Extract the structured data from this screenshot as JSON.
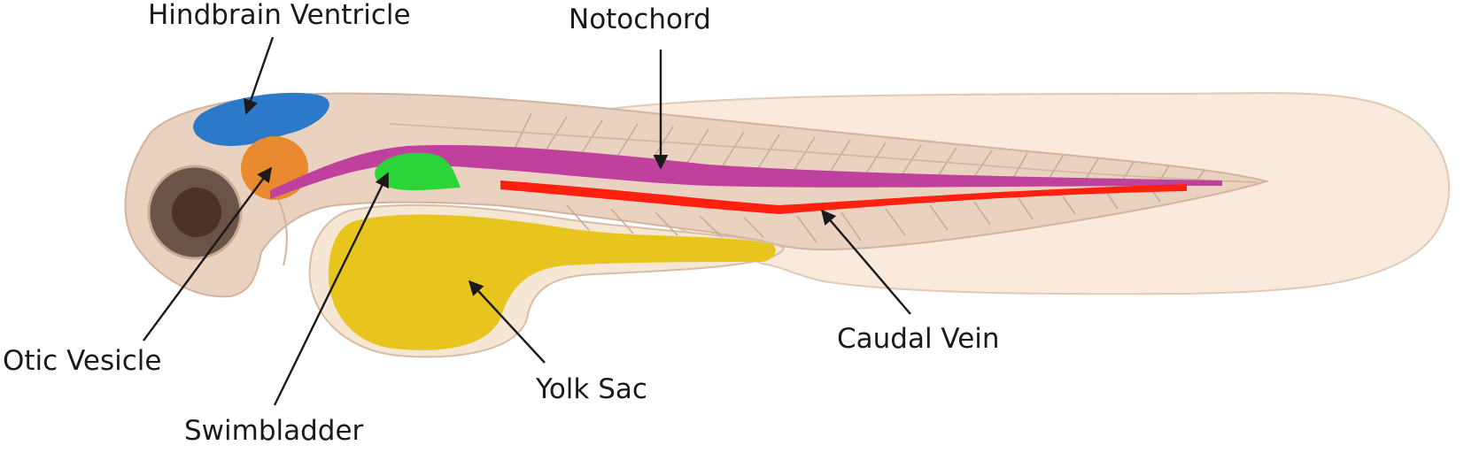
{
  "labels": {
    "hindbrain_ventricle": "Hindbrain Ventricle",
    "notochord": "Notochord",
    "otic_vesicle": "Otic Vesicle",
    "swimbladder": "Swimbladder",
    "yolk_sac": "Yolk Sac",
    "caudal_vein": "Caudal Vein"
  },
  "colors": {
    "body_fill": "#ead2c0",
    "body_outline": "#d2b49e",
    "fin_fill": "#faeadc",
    "hindbrain_ventricle": "#2b79c8",
    "otic_vesicle": "#ea8a30",
    "swimbladder": "#2bd438",
    "notochord": "#c0409e",
    "caudal_vein": "#ff2010",
    "yolk_sac": "#e8c41e",
    "eye_outer": "#6a5448",
    "eye_inner": "#4a3228",
    "arrow": "#1a1a1a"
  }
}
